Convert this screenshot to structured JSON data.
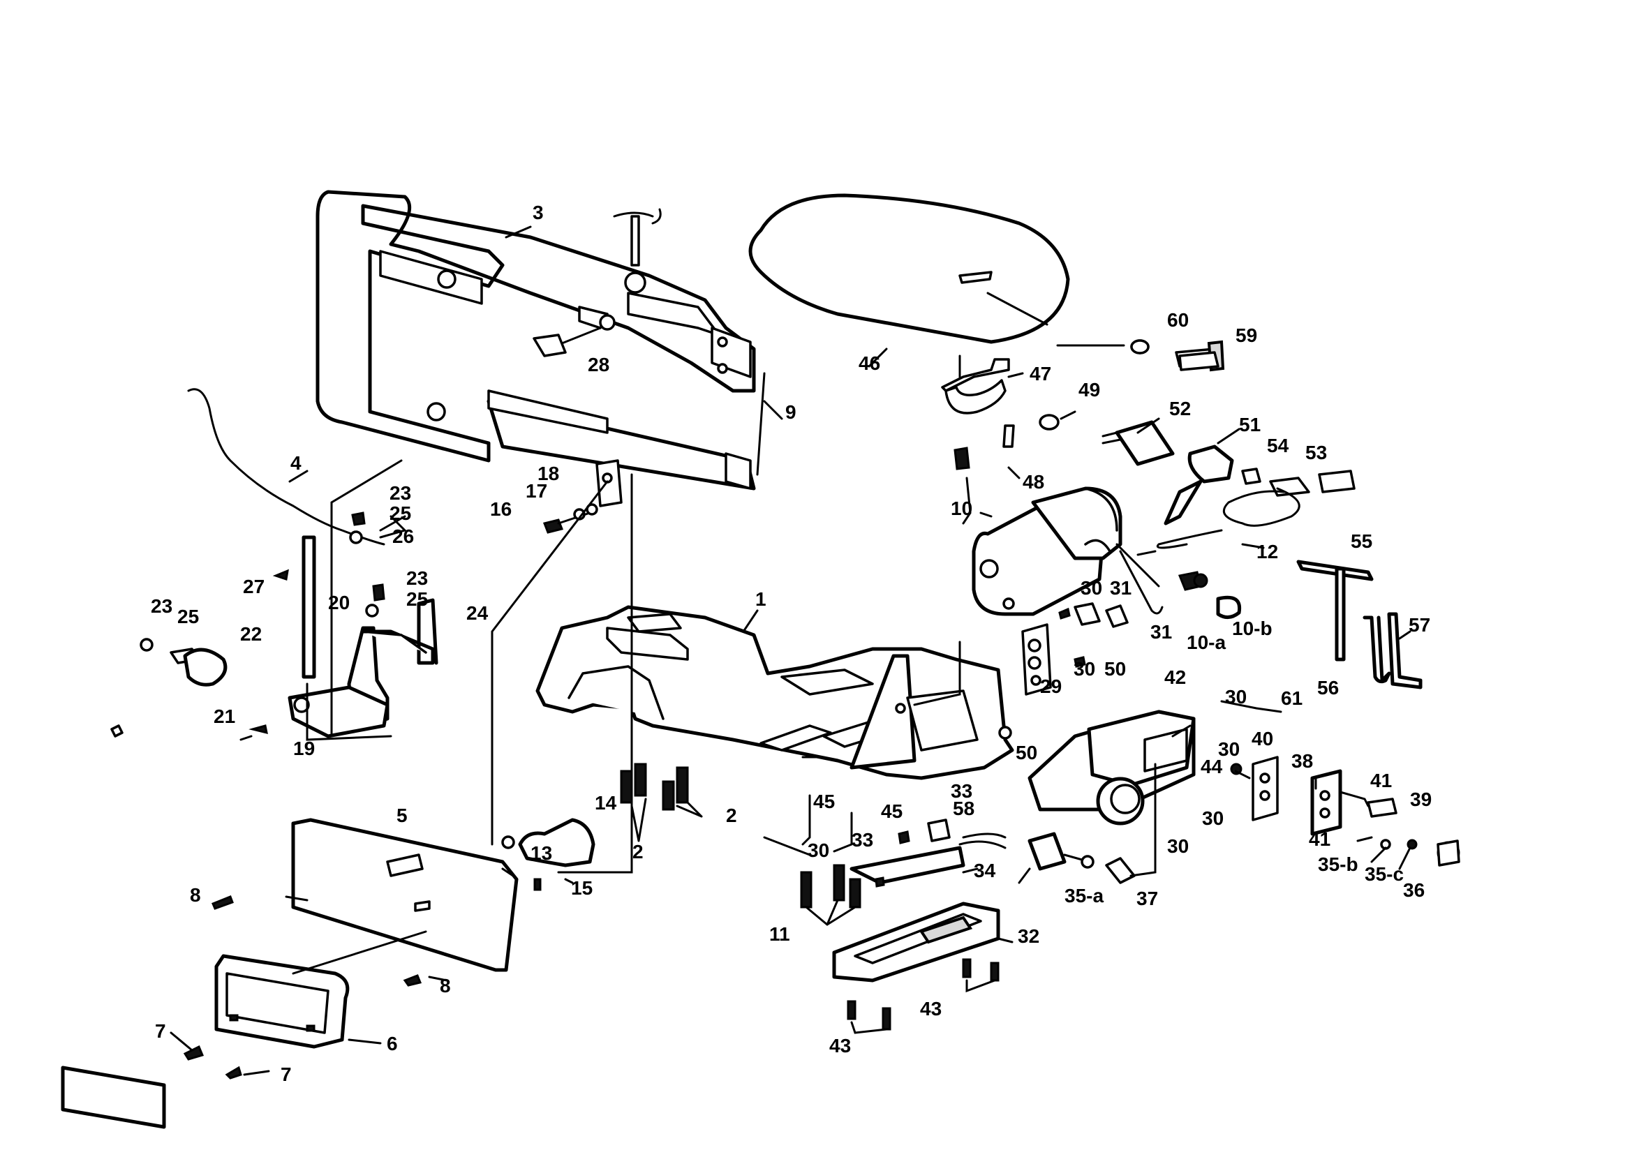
{
  "callouts": {
    "c1": "1",
    "c2a": "2",
    "c2b": "2",
    "c3": "3",
    "c4": "4",
    "c5": "5",
    "c6": "6",
    "c7a": "7",
    "c7b": "7",
    "c8a": "8",
    "c8b": "8",
    "c9": "9",
    "c10": "10",
    "c10a": "10-a",
    "c10b": "10-b",
    "c11": "11",
    "c12": "12",
    "c13": "13",
    "c14": "14",
    "c15": "15",
    "c16": "16",
    "c17": "17",
    "c18": "18",
    "c19": "19",
    "c20": "20",
    "c21": "21",
    "c22": "22",
    "c23a": "23",
    "c23b": "23",
    "c23c": "23",
    "c24": "24",
    "c25a": "25",
    "c25b": "25",
    "c25c": "25",
    "c26": "26",
    "c27": "27",
    "c28": "28",
    "c29": "29",
    "c30a": "30",
    "c30b": "30",
    "c30c": "30",
    "c30d": "30",
    "c30e": "30",
    "c30f": "30",
    "c30g": "30",
    "c31a": "31",
    "c31b": "31",
    "c32": "32",
    "c33a": "33",
    "c33b": "33",
    "c34": "34",
    "c35a": "35-a",
    "c35b": "35-b",
    "c35c": "35-c",
    "c36": "36",
    "c37": "37",
    "c38": "38",
    "c39": "39",
    "c40": "40",
    "c41a": "41",
    "c41b": "41",
    "c42": "42",
    "c43a": "43",
    "c43b": "43",
    "c44": "44",
    "c45a": "45",
    "c45b": "45",
    "c46": "46",
    "c47": "47",
    "c48": "48",
    "c49": "49",
    "c50a": "50",
    "c50b": "50",
    "c51": "51",
    "c52": "52",
    "c53": "53",
    "c54": "54",
    "c55": "55",
    "c56": "56",
    "c57": "57",
    "c58": "58",
    "c59": "59",
    "c60": "60",
    "c61": "61"
  },
  "colors": {
    "ink": "#000000",
    "paper": "#ffffff"
  }
}
